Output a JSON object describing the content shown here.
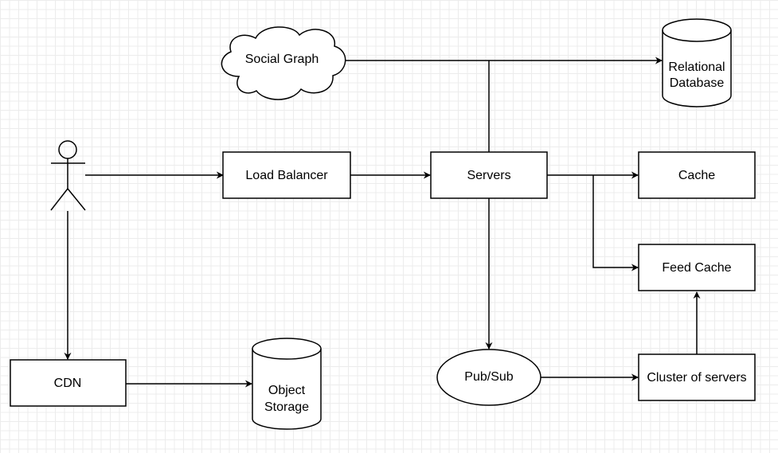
{
  "nodes": {
    "social_graph": "Social Graph",
    "relational_db_line1": "Relational",
    "relational_db_line2": "Database",
    "load_balancer": "Load Balancer",
    "servers": "Servers",
    "cache": "Cache",
    "feed_cache": "Feed Cache",
    "pub_sub": "Pub/Sub",
    "cluster": "Cluster of servers",
    "cdn": "CDN",
    "object_storage_line1": "Object",
    "object_storage_line2": "Storage"
  },
  "colors": {
    "stroke": "#000000",
    "fill": "#ffffff",
    "grid": "#ececec"
  }
}
